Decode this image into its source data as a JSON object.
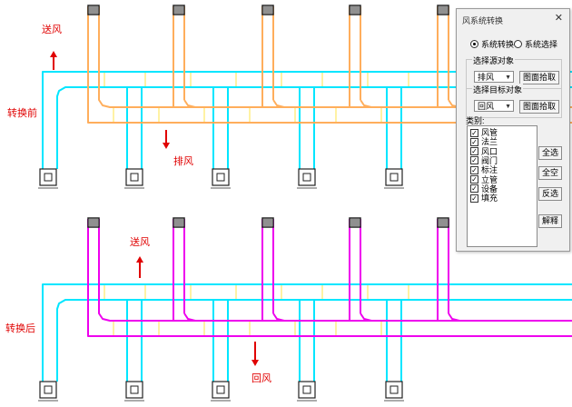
{
  "labels": {
    "supply_top": "送风",
    "exhaust": "排风",
    "before": "转换前",
    "supply_bottom": "送风",
    "after": "转换后",
    "return": "回风"
  },
  "colors": {
    "supply_duct": "#00e6ff",
    "exhaust_duct": "#ffae5c",
    "return_duct": "#ee00ee",
    "arrow": "#e00000",
    "joint": "#ffe44a",
    "fixture": "#222222"
  },
  "dialog": {
    "title": "风系统转换",
    "close": "✕",
    "radio_system_convert": "系统转换",
    "radio_system_select": "系统选择",
    "source_group": "选择源对象",
    "source_value": "排风",
    "target_group": "选择目标对象",
    "target_value": "回风",
    "pick_button": "图面拾取",
    "category_label": "类别:",
    "categories": [
      {
        "label": "风管",
        "checked": true
      },
      {
        "label": "法兰",
        "checked": true
      },
      {
        "label": "风口",
        "checked": true
      },
      {
        "label": "阀门",
        "checked": true
      },
      {
        "label": "标注",
        "checked": true
      },
      {
        "label": "立管",
        "checked": true
      },
      {
        "label": "设备",
        "checked": true
      },
      {
        "label": "填充",
        "checked": true
      }
    ],
    "btn_select_all": "全选",
    "btn_clear_all": "全空",
    "btn_invert": "反选",
    "btn_explain": "解释"
  }
}
